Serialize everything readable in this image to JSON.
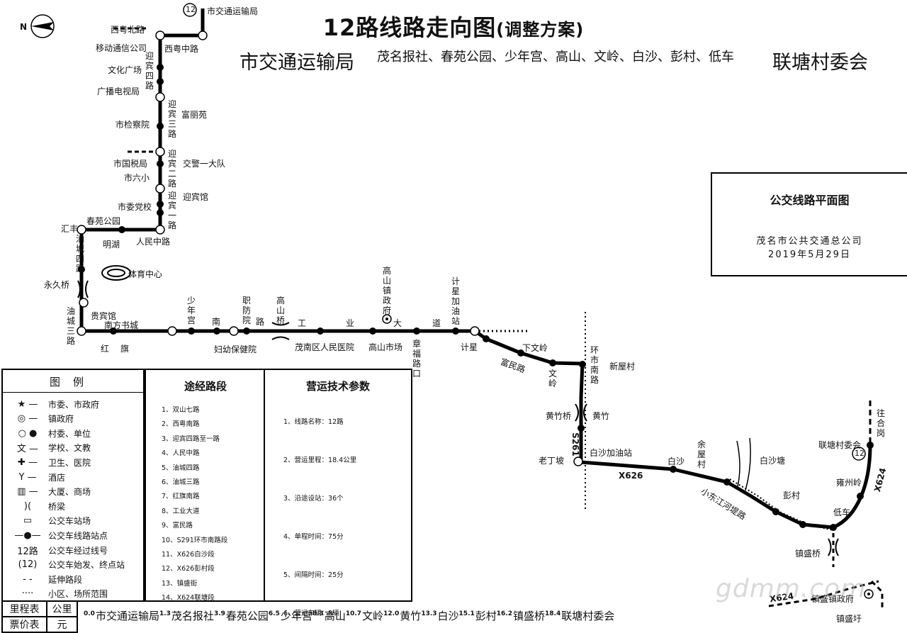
{
  "title": {
    "main": "12路线路走向图",
    "suffix": "(调整方案)"
  },
  "route_banner": {
    "start": "市交通运输局",
    "stops": [
      "茂名报社",
      "春苑公园",
      "少年宫",
      "高山",
      "文岭",
      "白沙",
      "彭村",
      "低车"
    ],
    "end": "联塘村委会"
  },
  "compass": {
    "letter": "N"
  },
  "route_badge": "12",
  "plane_box": {
    "title": "公交线路平面图",
    "company": "茂名市公共交通总公司",
    "date": "2019年5月29日"
  },
  "legend": {
    "title": "图例",
    "items": [
      {
        "symbol": "★ —",
        "label": "市委、市政府"
      },
      {
        "symbol": "◎ —",
        "label": "镇政府"
      },
      {
        "symbol": "○ ●",
        "label": "村委、单位"
      },
      {
        "symbol": "文 —",
        "label": "学校、文教"
      },
      {
        "symbol": "✚ —",
        "label": "卫生、医院"
      },
      {
        "symbol": "Y —",
        "label": "酒店"
      },
      {
        "symbol": "▥ —",
        "label": "大厦、商场"
      },
      {
        "symbol": ")(",
        "label": "桥梁"
      },
      {
        "symbol": "▭",
        "label": "公交车站场"
      },
      {
        "symbol": "—●—",
        "label": "公交车线路站点"
      },
      {
        "symbol": "12路",
        "label": "公交车经过线号"
      },
      {
        "symbol": "(12)",
        "label": "公交车始发、终点站"
      },
      {
        "symbol": "- -",
        "label": "延伸路段"
      },
      {
        "symbol": "····",
        "label": "小区、场所范围"
      }
    ]
  },
  "segments": {
    "title": "途经路段",
    "items": [
      "1、双山七路",
      "2、西粤南路",
      "3、迎宾四路至一路",
      "4、人民中路",
      "5、油城四路",
      "6、油城三路",
      "7、红旗南路",
      "8、工业大道",
      "9、富民路",
      "10、S291环市南路段",
      "11、X626白沙段",
      "12、X626彭村段",
      "13、镇盛街",
      "14、X624联塘段"
    ]
  },
  "params": {
    "title": "营运技术参数",
    "items": [
      "1、线路名称：12路",
      "2、营运里程：18.4公里",
      "3、沿途设站：36个",
      "4、单程时间：75分",
      "5、间隔时间：25分",
      "6、营运车辆：8辆"
    ]
  },
  "footer": {
    "mileage_label": "里程表",
    "mileage_unit": "公里",
    "fare_label": "票价表",
    "fare_unit": "元",
    "stops": [
      {
        "km": "0.0",
        "name": "市交通运输局"
      },
      {
        "km": "1.3",
        "name": "茂名报社"
      },
      {
        "km": "3.9",
        "name": "春苑公园"
      },
      {
        "km": "6.5",
        "name": "少年宫"
      },
      {
        "km": "8.3",
        "name": "高山"
      },
      {
        "km": "10.7",
        "name": "文岭"
      },
      {
        "km": "12.0",
        "name": "黄竹"
      },
      {
        "km": "13.3",
        "name": "白沙"
      },
      {
        "km": "15.1",
        "name": "彭村"
      },
      {
        "km": "16.2",
        "name": "镇盛桥"
      },
      {
        "km": "18.4",
        "name": "联塘村委会"
      }
    ]
  },
  "map_labels": {
    "top_stop": "市交通运输局",
    "xiyue_north": "西粤北路",
    "xiyue_mid": "西粤中路",
    "mobile": "移动通信公司",
    "culture": "文化广场",
    "tv": "广播电视局",
    "procurator": "市检察院",
    "tax": "市国税局",
    "school6": "市六小",
    "party_school": "市委党校",
    "fulihyuan": "富丽苑",
    "police": "交警一大队",
    "guesthouse": "迎宾馆",
    "yb4": "迎宾四路",
    "yb3": "迎宾三路",
    "yb2": "迎宾二路",
    "yb1": "迎宾一路",
    "chunyuan": "春苑公园",
    "huifeng": "汇丰",
    "minghu": "明湖",
    "renmin": "人民中路",
    "youcheng4": "油城四路",
    "stadium": "体育中心",
    "yongjiu": "永久桥",
    "guibin": "贵宾馆",
    "youcheng3": "油城三路",
    "bookstore": "南方书城",
    "hongqi": "红旗",
    "shaoniangong": "少年宫",
    "nan": "南",
    "zhifang": "职防院",
    "lu": "路",
    "fuyou": "妇幼保健院",
    "gaoshanqiao": "高山桥",
    "gong": "工",
    "ye": "业",
    "hospital": "茂南区人民医院",
    "market": "高山市场",
    "gaoshan_gov": "高山镇政府",
    "da": "大",
    "dao": "道",
    "zhangfu": "章福路口",
    "jixing_gas": "计星加油站",
    "jixing": "计星",
    "fumin": "富民路",
    "xiawenling": "下文岭",
    "wenling": "文岭",
    "huanshi": "环市南路",
    "xinwu": "新屋村",
    "huangzhuqiao": "黄竹桥",
    "huangzhu": "黄竹",
    "s261": "S261",
    "laodingpo": "老丁坡",
    "baisha_gas": "白沙加油站",
    "x626": "X626",
    "baisha": "白沙",
    "yuwu": "余屋村",
    "baishatang": "白沙塘",
    "river": "小东江河堤路",
    "pengcun": "彭村",
    "diche": "低车",
    "yongzhou": "雍州岭",
    "liantang": "联塘村委会",
    "wanghe": "往合岗",
    "x624": "X624",
    "zhenshengqiao": "镇盛桥",
    "town_gov": "镇盛镇政府",
    "zhenshengxu": "镇盛圩"
  },
  "watermark": "gdmm.com"
}
